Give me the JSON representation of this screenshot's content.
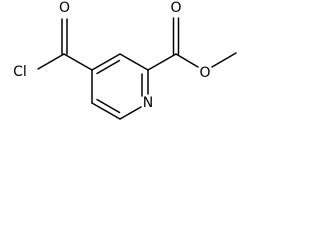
{
  "molecule": {
    "atom_labels": {
      "chlorine": "Cl",
      "acyl_oxygen": "O",
      "ester_carbonyl_oxygen": "O",
      "ester_oxygen": "O",
      "ring_nitrogen": "N"
    }
  },
  "colors": {
    "bond": "#000000",
    "text": "#000000",
    "background": "#ffffff"
  }
}
